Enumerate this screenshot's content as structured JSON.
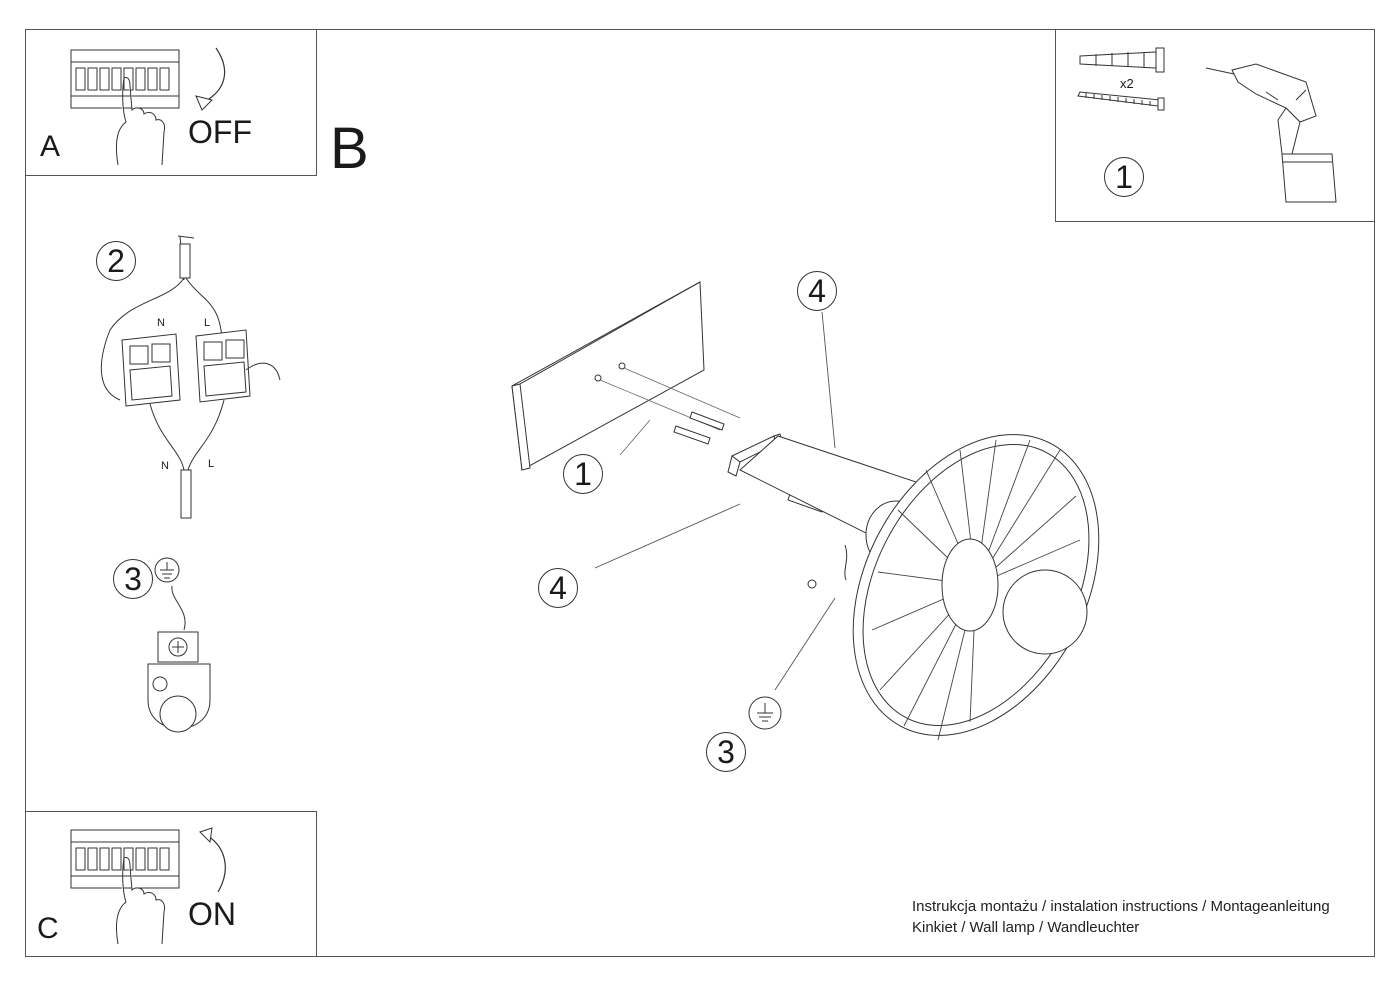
{
  "panels": {
    "a": {
      "letter": "A",
      "state": "OFF"
    },
    "b": {
      "letter": "B"
    },
    "c": {
      "letter": "C",
      "state": "ON"
    }
  },
  "tools": {
    "step": "1",
    "quantity": "x2"
  },
  "wiring": {
    "step": "2",
    "neutral": "N",
    "live": "L"
  },
  "earth": {
    "step": "3"
  },
  "main_callouts": {
    "wall_plate": "1",
    "assembly": "4",
    "bracket": "4",
    "earth": "3"
  },
  "footer": {
    "line1": "Instrukcja montażu / instalation instructions / Montageanleitung",
    "line2": "Kinkiet / Wall lamp / Wandleuchter"
  }
}
